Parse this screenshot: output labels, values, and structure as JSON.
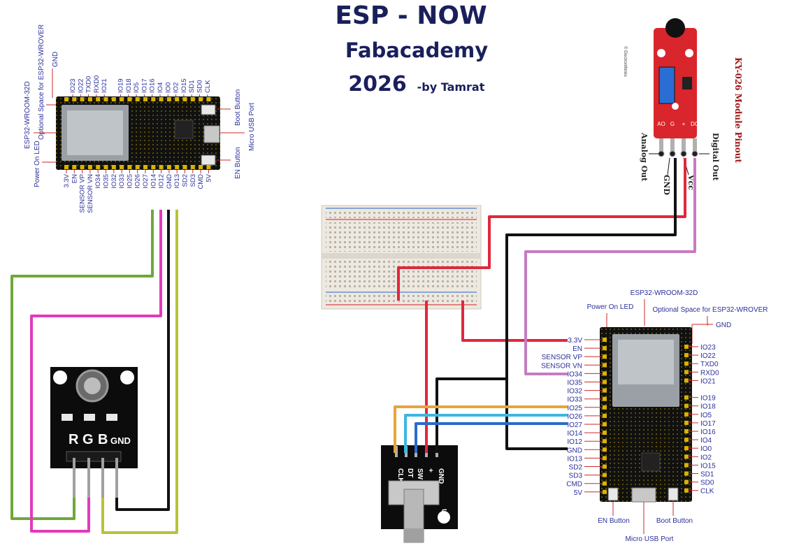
{
  "title": {
    "line1": "ESP - NOW",
    "line2": "Fabacademy",
    "line3": "2026",
    "author": "-by Tamrat"
  },
  "esp_left": {
    "top_pins": [
      "IO23",
      "IO22",
      "TXD0",
      "RXD0",
      "IO21",
      "IO19",
      "IO18",
      "IO5",
      "IO17",
      "IO16",
      "IO4",
      "IO0",
      "IO2",
      "IO15",
      "SD1",
      "SD0",
      "CLK"
    ],
    "bottom_pins": [
      "3.3V",
      "EN",
      "SENSOR_VP",
      "SENSOR_VN",
      "IO34",
      "IO35",
      "IO32",
      "IO33",
      "IO25",
      "IO26",
      "IO27",
      "IO14",
      "IO12",
      "GND",
      "IO13",
      "SD2",
      "SD3",
      "CMD",
      "5V"
    ],
    "gnd": "GND",
    "optional_space": "Optional Space for ESP32-WROVER",
    "module": "ESP32-WROOM-32D",
    "power_led": "Power On LED",
    "boot_button": "Boot Button",
    "micro_usb": "Micro USB Port",
    "en_button": "EN Button"
  },
  "esp_right": {
    "module": "ESP32-WROOM-32D",
    "power_led": "Power On LED",
    "optional_space": "Optional Space for ESP32-WROVER",
    "gnd": "GND",
    "left_pins": [
      "3.3V",
      "EN",
      "SENSOR_VP",
      "SENSOR_VN",
      "IO34",
      "IO35",
      "IO32",
      "IO33",
      "IO25",
      "IO26",
      "IO27",
      "IO14",
      "IO12",
      "GND",
      "IO13",
      "SD2",
      "SD3",
      "CMD",
      "5V"
    ],
    "right_pins": [
      "IO23",
      "IO22",
      "TXD0",
      "RXD0",
      "IO21",
      "",
      "IO19",
      "IO18",
      "IO5",
      "IO17",
      "IO16",
      "IO4",
      "IO0",
      "IO2",
      "IO15",
      "SD1",
      "SD0",
      "CLK"
    ],
    "en_button": "EN Button",
    "boot_button": "Boot Button",
    "micro_usb": "Micro USB Port"
  },
  "ky026": {
    "title": "KY-026 Module Pinout",
    "analog_out": "Analog Out",
    "digital_out": "Digital Out",
    "gnd": "GND",
    "vcc": "Vcc",
    "pins": [
      "AO",
      "G",
      "+",
      "DO"
    ],
    "watermark": "© Electronthinks"
  },
  "rgb_module": {
    "letters": [
      "R",
      "G",
      "B",
      "GND"
    ]
  },
  "encoder": {
    "pins": [
      "CLK",
      "DT",
      "SW",
      "+",
      "GND"
    ]
  },
  "colors": {
    "red_wire": "#e0283c",
    "black_wire": "#111111",
    "purple_wire": "#c47cc0",
    "green_wire": "#6fa83a",
    "magenta_wire": "#e33ab8",
    "olive_wire": "#b8c23a",
    "orange_wire": "#e8a43a",
    "cyan_wire": "#3ab8e0",
    "blue_wire": "#2a6cc8",
    "pin_text": "#2a2f9a",
    "title_color": "#1a1f5c"
  }
}
